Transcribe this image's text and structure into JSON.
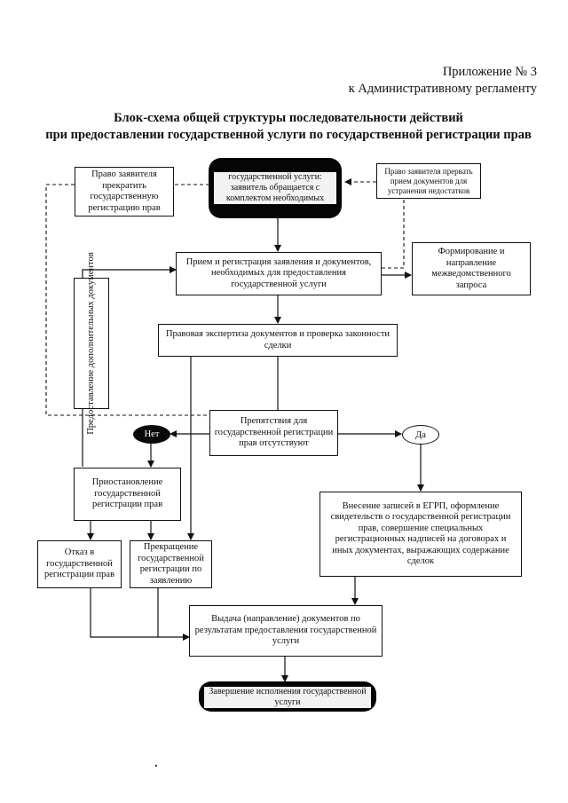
{
  "header": {
    "appendix_line1": "Приложение № 3",
    "appendix_line2": "к Административному регламенту"
  },
  "title": {
    "line1": "Блок-схема общей структуры последовательности действий",
    "line2": "при предоставлении государственной услуги по государственной регистрации прав"
  },
  "nodes": {
    "start": "государственной услуги: заявитель обращается с комплектом необходимых",
    "right_terminate": "Право заявителя прекратить государственную регистрацию прав",
    "right_withdraw": "Право заявителя прервать прием документов для устранения недостатков",
    "reception": "Прием и регистрация заявления и документов, необходимых для предоставления государственной услуги",
    "interagency": "Формирование и направление межведомственного запроса",
    "expertise": "Правовая экспертиза документов и проверка законности сделки",
    "additional_docs": "Предоставление дополнительных документов",
    "obstacles": "Препятствия для государственной регистрации прав отсутствуют",
    "no": "Нет",
    "yes": "Да",
    "suspension": "Приостановление государственной регистрации прав",
    "refusal": "Отказ в государственной регистрации прав",
    "termination": "Прекращение государственной регистрации по заявлению",
    "egrp": "Внесение записей в ЕГРП, оформление свидетельств о государственной регистрации прав, совершение специальных регистрационных надписей на договорах и иных документах, выражающих содержание сделок",
    "issuance": "Выдача (направление) документов по результатам предоставления государственной услуги",
    "end": "Завершение исполнения государственной услуги"
  }
}
